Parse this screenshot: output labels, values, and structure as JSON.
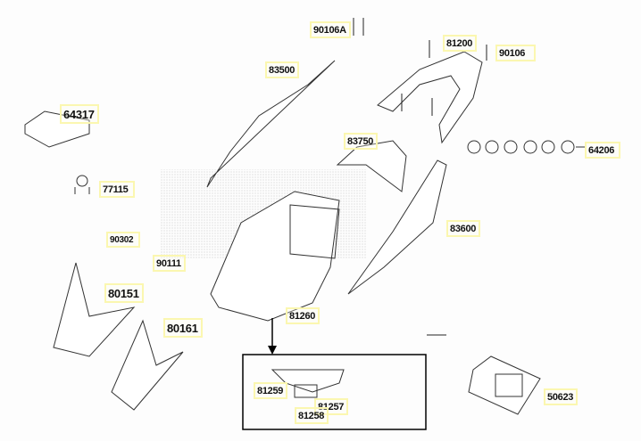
{
  "diagram_title": "",
  "parts": [
    {
      "id": "p90106A",
      "number": "90106A"
    },
    {
      "id": "p81200",
      "number": "81200"
    },
    {
      "id": "p90106",
      "number": "90106"
    },
    {
      "id": "p83500",
      "number": "83500"
    },
    {
      "id": "p64317",
      "number": "64317"
    },
    {
      "id": "p83750",
      "number": "83750"
    },
    {
      "id": "p64206",
      "number": "64206"
    },
    {
      "id": "p77115",
      "number": "77115"
    },
    {
      "id": "p83600",
      "number": "83600"
    },
    {
      "id": "p90302",
      "number": "90302"
    },
    {
      "id": "p90111",
      "number": "90111"
    },
    {
      "id": "p80151",
      "number": "80151"
    },
    {
      "id": "p81260",
      "number": "81260"
    },
    {
      "id": "p80161",
      "number": "80161"
    },
    {
      "id": "p81259",
      "number": "81259"
    },
    {
      "id": "p81257",
      "number": "81257"
    },
    {
      "id": "p81258",
      "number": "81258"
    },
    {
      "id": "p50623",
      "number": "50623"
    }
  ],
  "colors": {
    "label_border": "#fbf7b0",
    "line": "#222222"
  }
}
